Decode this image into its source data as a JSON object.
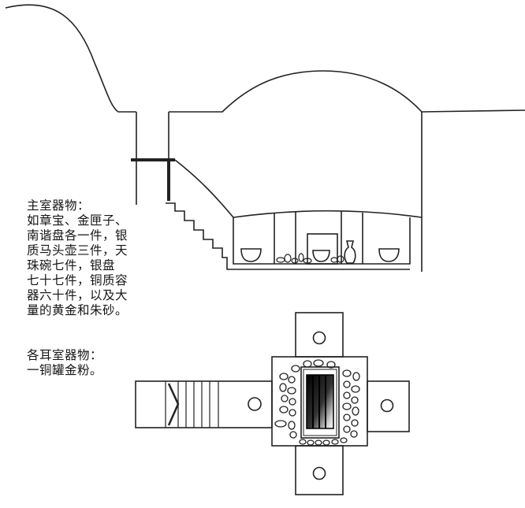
{
  "captions": {
    "main_chamber": {
      "heading": "主室器物：",
      "lines": [
        "如章宝、金匣子、",
        "南谐盘各一件，银",
        "质马头壶三件，天",
        "珠碗七件，银盘",
        "七十七件，铜质容",
        "器六十件，以及大",
        "量的黄金和朱砂。"
      ]
    },
    "ear_chamber": {
      "heading": "各耳室器物：",
      "lines": [
        "一铜罐金粉。"
      ]
    }
  }
}
